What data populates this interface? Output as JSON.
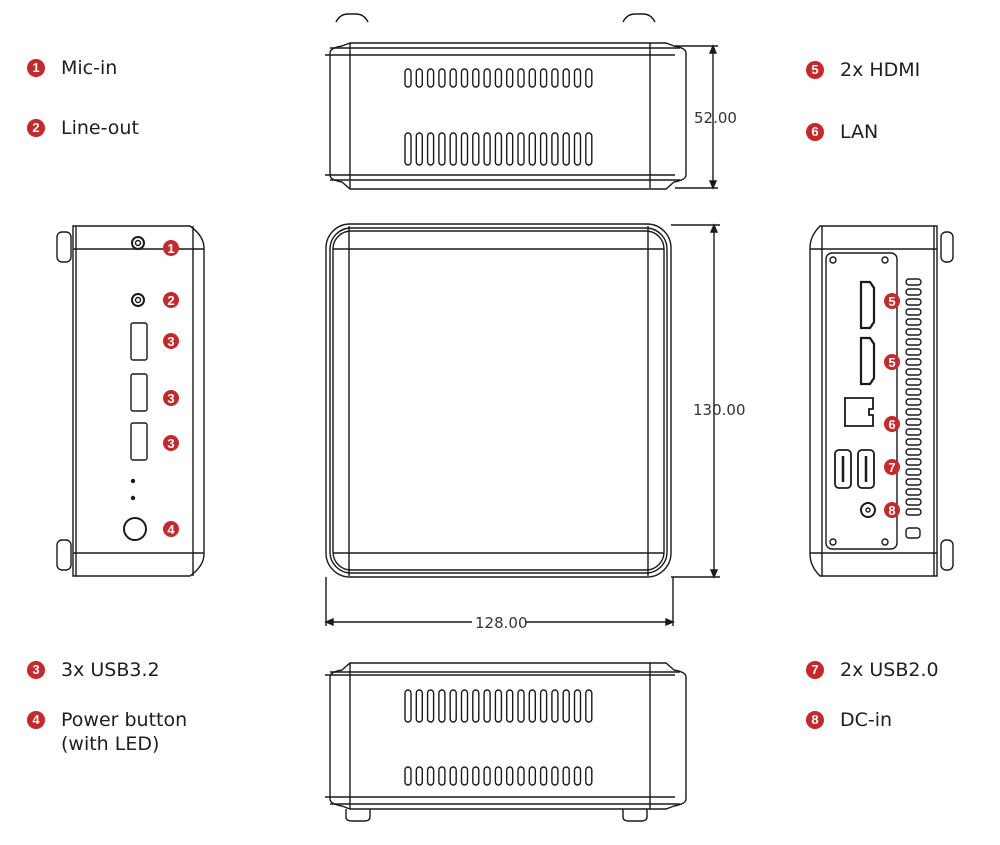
{
  "colors": {
    "accent": "#c8282a",
    "line": "#1a1a1a"
  },
  "legend": {
    "left_top": [
      {
        "num": "1",
        "label": "Mic-in"
      },
      {
        "num": "2",
        "label": "Line-out"
      }
    ],
    "right_top": [
      {
        "num": "5",
        "label": "2x HDMI"
      },
      {
        "num": "6",
        "label": "LAN"
      }
    ],
    "left_bottom": [
      {
        "num": "3",
        "label": "3x USB3.2"
      },
      {
        "num": "4",
        "label": "Power button\n(with LED)"
      }
    ],
    "right_bottom": [
      {
        "num": "7",
        "label": "2x USB2.0"
      },
      {
        "num": "8",
        "label": "DC-in"
      }
    ]
  },
  "dimensions": {
    "height": "52.00",
    "depth": "130.00",
    "width": "128.00"
  },
  "front_markers": [
    "1",
    "2",
    "3",
    "3",
    "3",
    "4"
  ],
  "rear_markers": [
    "5",
    "5",
    "6",
    "7",
    "8"
  ]
}
